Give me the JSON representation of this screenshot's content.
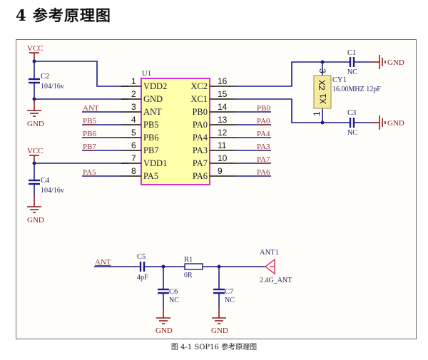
{
  "heading": "4  参考原理图",
  "caption": "图  4-1 SOP16 参考原理图",
  "colors": {
    "wire": "#1c1c8a",
    "ground": "#8b1a1a",
    "net_label": "#8b3a4a",
    "ic_body": "#ffffaa",
    "ic_border": "#cc33cc",
    "antenna": "#d0306a",
    "crystal_body": "#f5eaa0"
  },
  "ic": {
    "ref": "U1",
    "left_pins": [
      {
        "num": "1",
        "name": "VDD2"
      },
      {
        "num": "2",
        "name": "GND"
      },
      {
        "num": "3",
        "name": "ANT"
      },
      {
        "num": "4",
        "name": "PB5"
      },
      {
        "num": "5",
        "name": "PB6"
      },
      {
        "num": "6",
        "name": "PB7"
      },
      {
        "num": "7",
        "name": "VDD1"
      },
      {
        "num": "8",
        "name": "PA5"
      }
    ],
    "right_pins": [
      {
        "num": "16",
        "name": "XC2"
      },
      {
        "num": "15",
        "name": "XC1"
      },
      {
        "num": "14",
        "name": "PB0"
      },
      {
        "num": "13",
        "name": "PA0"
      },
      {
        "num": "12",
        "name": "PA4"
      },
      {
        "num": "11",
        "name": "PA3"
      },
      {
        "num": "10",
        "name": "PA7"
      },
      {
        "num": "9",
        "name": "PA6"
      }
    ]
  },
  "net_labels": {
    "left": [
      "ANT",
      "PB5",
      "PB6",
      "PB7",
      "PA5"
    ],
    "right": [
      "PB0",
      "PA0",
      "PA4",
      "PA3",
      "PA7",
      "PA6"
    ]
  },
  "power": {
    "vcc": "VCC",
    "gnd": "GND"
  },
  "components": {
    "c2": {
      "ref": "C2",
      "value": "104/16v"
    },
    "c4": {
      "ref": "C4",
      "value": "104/16v"
    },
    "c1": {
      "ref": "C1",
      "value": "NC"
    },
    "c3": {
      "ref": "C3",
      "value": "NC"
    },
    "cy1": {
      "ref": "CY1",
      "value": "16.00MHZ  12pF",
      "pin_top": "3",
      "pin_bottom": "1",
      "label_x2": "X2",
      "label_x1": "X1"
    },
    "c5": {
      "ref": "C5",
      "value": "4pF"
    },
    "r1": {
      "ref": "R1",
      "value": "0R"
    },
    "c6": {
      "ref": "C6",
      "value": "NC"
    },
    "c7": {
      "ref": "C7",
      "value": "NC"
    },
    "ant1": {
      "ref": "ANT1",
      "value": "2.4G_ANT"
    }
  },
  "rf_net": "ANT"
}
